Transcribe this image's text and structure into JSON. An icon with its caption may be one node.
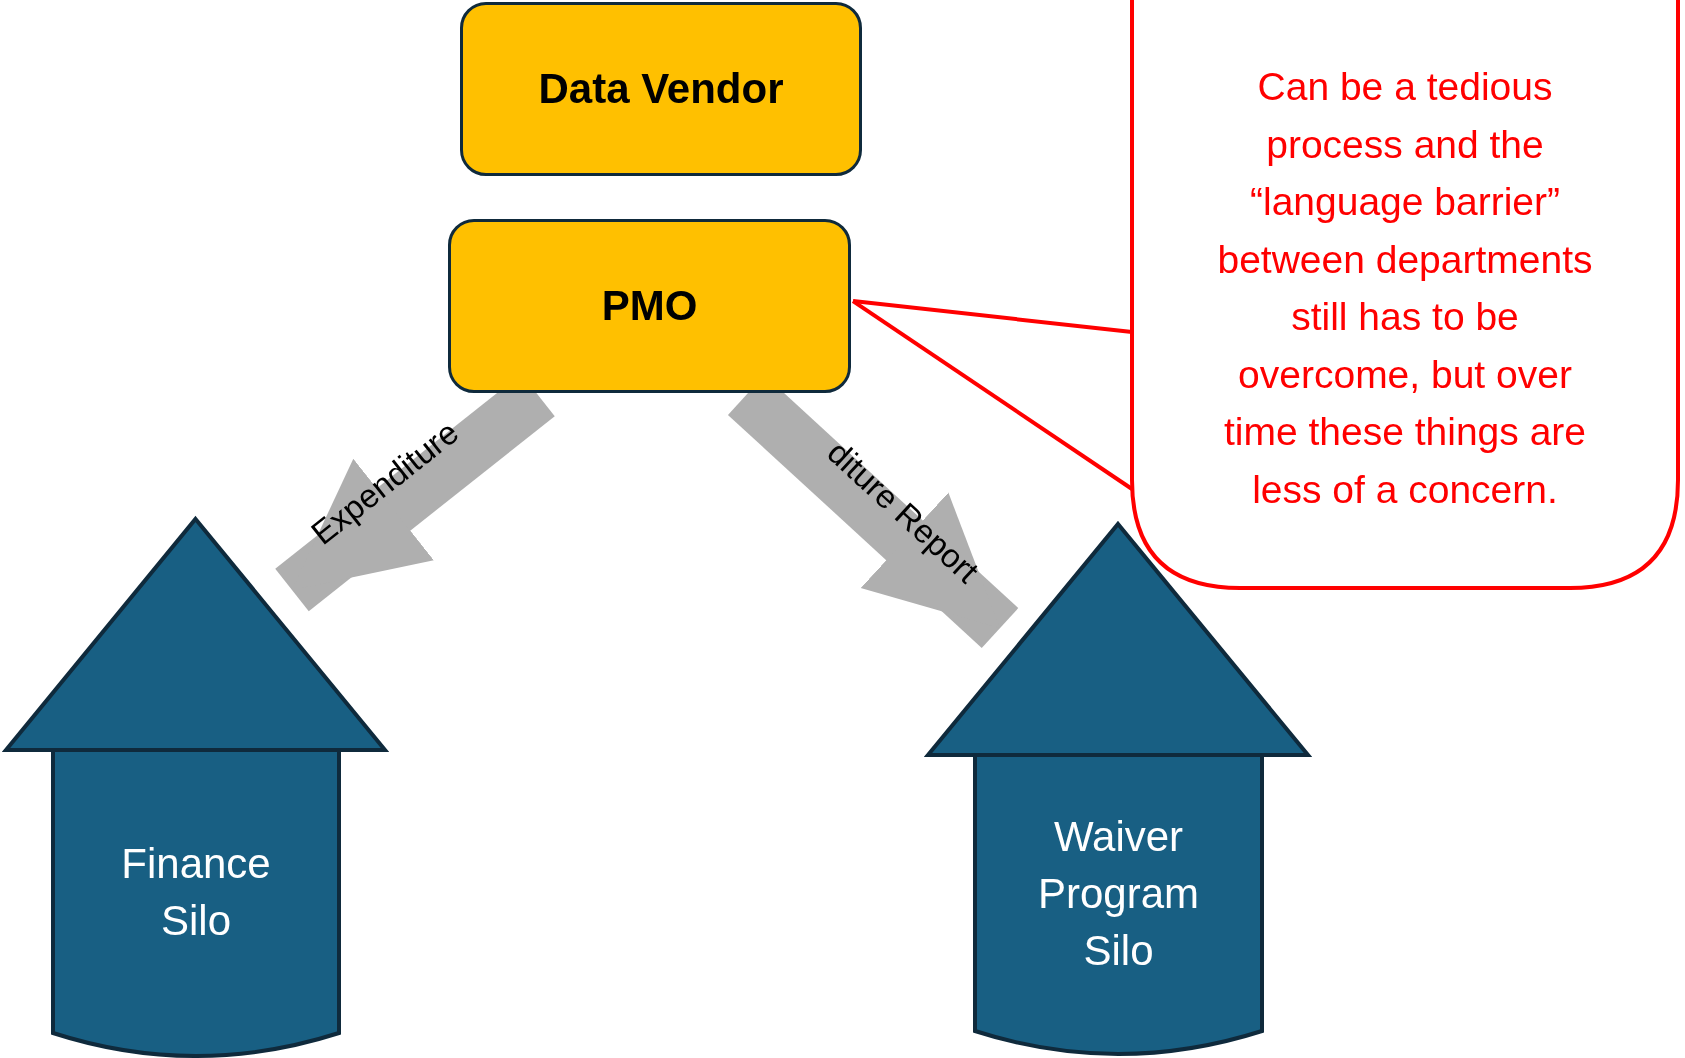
{
  "diagram": {
    "nodes": [
      {
        "text": [
          "Data Vendor"
        ]
      },
      {
        "text": [
          "PMO"
        ]
      },
      {
        "text": [
          "Can be a tedious process and the “language barrier” between departments still has to be overcome, but over time these things are less of a concern."
        ]
      },
      {
        "text": [
          "Finance Silo"
        ]
      },
      {
        "text": [
          "Waiver Program Silo"
        ]
      }
    ],
    "edges": [
      {
        "from": 1,
        "to": 3,
        "arrow": "to",
        "label": "Expenditure"
      },
      {
        "from": 1,
        "to": 4,
        "arrow": "to",
        "label": "diture Report"
      },
      {
        "from": 2,
        "to": 1,
        "arrow": "none",
        "color": "#ff0000"
      }
    ]
  }
}
